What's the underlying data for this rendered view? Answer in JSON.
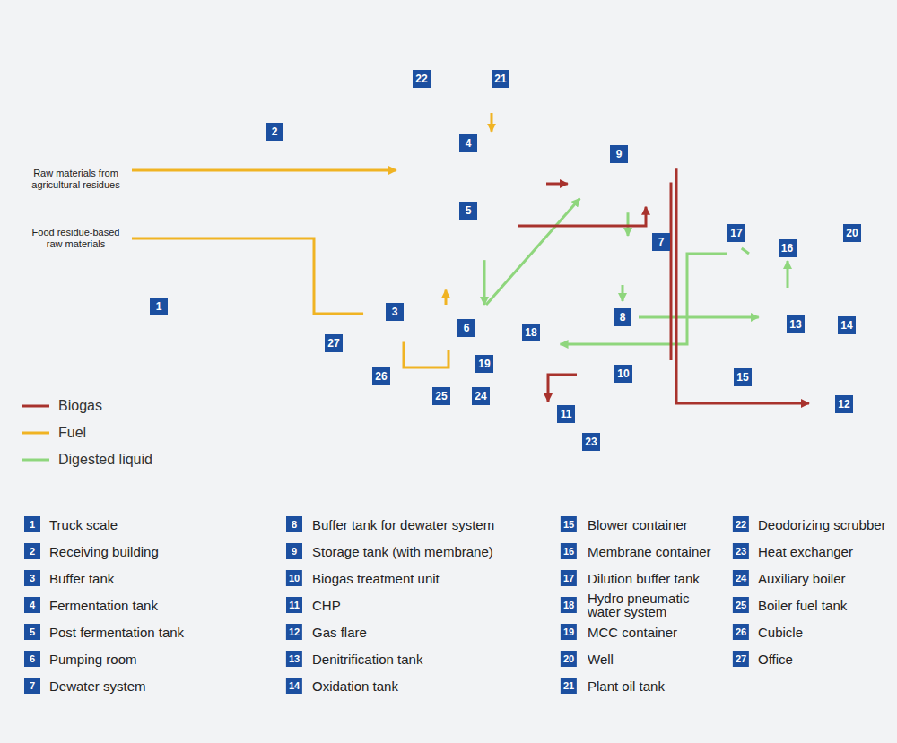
{
  "diagram": {
    "nodes": [
      {
        "text": [
          "Raw materials from agricultural residues"
        ]
      },
      {
        "text": [
          "Food residue-based raw materials"
        ]
      },
      {
        "text": [
          "2"
        ]
      },
      {
        "text": [
          "21"
        ]
      },
      {
        "text": [
          "4"
        ]
      },
      {
        "text": [
          "5"
        ],
        "in": 4
      },
      {
        "text": [
          "9"
        ]
      },
      {
        "text": [
          "3"
        ]
      },
      {
        "text": [
          "6"
        ]
      },
      {
        "text": [
          "7"
        ]
      },
      {
        "text": [
          "17"
        ]
      },
      {
        "text": [
          "16"
        ]
      },
      {
        "text": [
          "8"
        ]
      },
      {
        "text": [
          "18"
        ]
      },
      {
        "text": [
          "14"
        ]
      },
      {
        "text": [
          "13"
        ],
        "in": 14
      },
      {
        "text": [
          "10"
        ]
      },
      {
        "text": [
          "11",
          "23"
        ]
      },
      {
        "text": [
          "12"
        ]
      }
    ],
    "edges": [
      {
        "from": 0,
        "to": 4,
        "arrow": "to"
      },
      {
        "from": 1,
        "to": 7,
        "arrow": "none"
      },
      {
        "from": 7,
        "to": 8,
        "arrow": "none"
      },
      {
        "from": 8,
        "to": 4,
        "arrow": "to"
      },
      {
        "from": 3,
        "to": 4,
        "arrow": "to"
      },
      {
        "from": 5,
        "to": 8,
        "arrow": "to"
      },
      {
        "from": 8,
        "to": 6,
        "arrow": "to"
      },
      {
        "from": 6,
        "to": 9,
        "arrow": "to"
      },
      {
        "from": 9,
        "to": 12,
        "arrow": "to"
      },
      {
        "from": 12,
        "to": 15,
        "arrow": "to"
      },
      {
        "from": 15,
        "to": 11,
        "arrow": "to"
      },
      {
        "from": 11,
        "to": 10,
        "arrow": "none"
      },
      {
        "from": 10,
        "to": 13,
        "arrow": "to"
      },
      {
        "from": 4,
        "to": 6,
        "arrow": "to"
      },
      {
        "from": 5,
        "to": 6,
        "arrow": "to"
      },
      {
        "from": 6,
        "to": 16,
        "arrow": "none"
      },
      {
        "from": 6,
        "to": 18,
        "arrow": "to"
      },
      {
        "from": 16,
        "to": 17,
        "arrow": "to"
      }
    ],
    "labels": [
      "1",
      "22",
      "20",
      "15",
      "19",
      "24",
      "25",
      "26",
      "27",
      "1",
      "Truck scale",
      "2",
      "Receiving building",
      "3",
      "Buffer tank",
      "4",
      "Fermentation tank",
      "5",
      "Post fermentation tank",
      "6",
      "Pumping room",
      "7",
      "Dewater system",
      "8",
      "Buffer tank for dewater system",
      "9",
      "Storage tank (with membrane)",
      "10",
      "Biogas treatment unit",
      "11",
      "CHP",
      "12",
      "Gas flare",
      "13",
      "Denitrification tank",
      "14",
      "Oxidation tank",
      "15",
      "Blower container",
      "16",
      "Membrane container",
      "17",
      "Dilution buffer tank",
      "18",
      "Hydro pneumatic water system",
      "19",
      "MCC container",
      "20",
      "Well",
      "21",
      "Plant oil tank",
      "22",
      "Deodorizing scrubber",
      "23",
      "Heat exchanger",
      "24",
      "Auxiliary boiler",
      "25",
      "Boiler fuel tank",
      "26",
      "Cubicle",
      "27",
      "Office"
    ],
    "legend": [
      {
        "text": "Biogas"
      },
      {
        "text": "Fuel"
      },
      {
        "text": "Digested liquid"
      }
    ]
  }
}
